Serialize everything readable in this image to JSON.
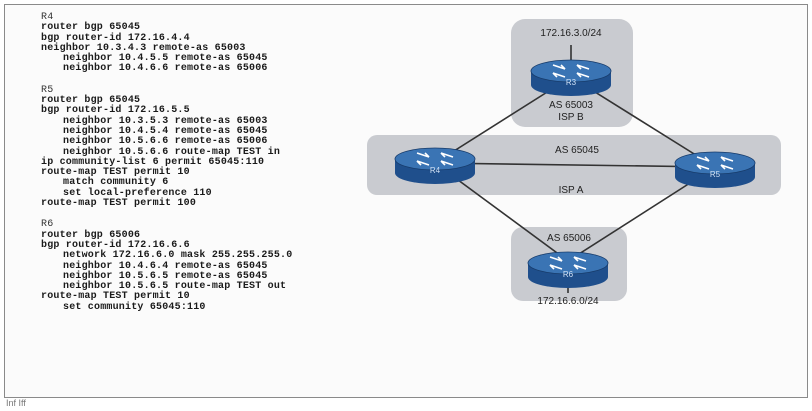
{
  "config_sections": [
    {
      "title": "R4",
      "lines": [
        {
          "text": "router bgp 65045",
          "indent": 0
        },
        {
          "text": "bgp router-id 172.16.4.4",
          "indent": 0
        },
        {
          "text": "neighbor 10.3.4.3 remote-as 65003",
          "indent": 0
        },
        {
          "text": "neighbor 10.4.5.5 remote-as 65045",
          "indent": 1
        },
        {
          "text": "neighbor 10.4.6.6 remote-as 65006",
          "indent": 1
        }
      ]
    },
    {
      "title": "R5",
      "lines": [
        {
          "text": "router bgp 65045",
          "indent": 0
        },
        {
          "text": "bgp router-id 172.16.5.5",
          "indent": 0
        },
        {
          "text": "neighbor 10.3.5.3 remote-as 65003",
          "indent": 1
        },
        {
          "text": "neighbor 10.4.5.4 remote-as 65045",
          "indent": 1
        },
        {
          "text": "neighbor 10.5.6.6 remote-as 65006",
          "indent": 1
        },
        {
          "text": "neighbor 10.5.6.6 route-map TEST in",
          "indent": 1
        },
        {
          "text": "ip community-list 6 permit 65045:110",
          "indent": 0
        },
        {
          "text": "route-map TEST permit 10",
          "indent": 0
        },
        {
          "text": "match community 6",
          "indent": 1
        },
        {
          "text": "set local-preference 110",
          "indent": 1
        },
        {
          "text": "route-map TEST permit 100",
          "indent": 0
        }
      ]
    },
    {
      "title": "R6",
      "lines": [
        {
          "text": "router bgp 65006",
          "indent": 0
        },
        {
          "text": "bgp router-id 172.16.6.6",
          "indent": 0
        },
        {
          "text": "network 172.16.6.0 mask 255.255.255.0",
          "indent": 1
        },
        {
          "text": "neighbor 10.4.6.4 remote-as 65045",
          "indent": 1
        },
        {
          "text": "neighbor 10.5.6.5 remote-as 65045",
          "indent": 1
        },
        {
          "text": "neighbor 10.5.6.5 route-map TEST out",
          "indent": 1
        },
        {
          "text": "route-map TEST permit 10",
          "indent": 0
        },
        {
          "text": "set community 65045:110",
          "indent": 1
        }
      ]
    }
  ],
  "diagram": {
    "isp_b": {
      "as_label": "AS 65003",
      "name": "ISP B",
      "prefix": "172.16.3.0/24"
    },
    "isp_a": {
      "as_label": "AS 65045",
      "name": "ISP A"
    },
    "as_65006": {
      "as_label": "AS 65006",
      "prefix": "172.16.6.0/24"
    },
    "routers": {
      "r3": "R3",
      "r4": "R4",
      "r5": "R5",
      "r6": "R6"
    }
  },
  "footer": "Inf Iff",
  "colors": {
    "router_top": "#3a74b4",
    "router_side": "#1f4f8c",
    "area_fill": "#c9cbd0",
    "link": "#333333"
  }
}
